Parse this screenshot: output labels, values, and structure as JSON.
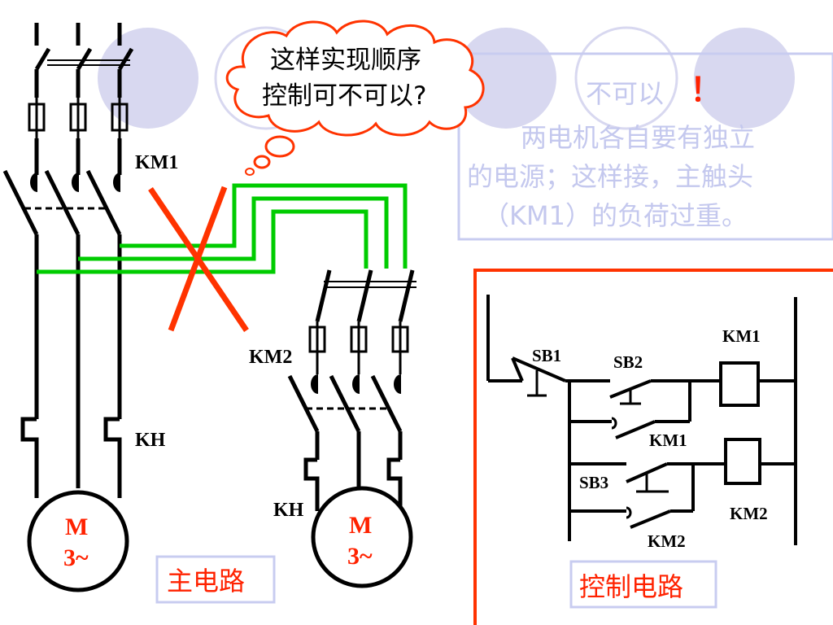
{
  "main_circuit": {
    "km1_label": "KM1",
    "km2_label": "KM2",
    "kh1_label": "KH",
    "kh2_label": "KH",
    "motor1": {
      "line1": "M",
      "line2": "3~"
    },
    "motor2": {
      "line1": "M",
      "line2": "3~"
    },
    "caption": "主电路"
  },
  "cloud": {
    "line1": "这样实现顺序",
    "line2": "控制可不可以?"
  },
  "note": {
    "line1": "不可以",
    "exclaim": "！",
    "line2": "两电机各自要有独立",
    "line3": "的电源；这样接，主触头",
    "line4": "（KM1）的负荷过重。"
  },
  "control_circuit": {
    "sb1": "SB1",
    "sb2": "SB2",
    "sb3": "SB3",
    "coil_km1": "KM1",
    "contact_km1": "KM1",
    "coil_km2": "KM2",
    "contact_km2": "KM2",
    "caption": "控制电路"
  },
  "colors": {
    "wire": "#000000",
    "green_wire": "#00cc00",
    "cross": "#ff3300",
    "decor_circle": "#d8d8f0",
    "note_border": "#c8ccf0",
    "panel_border": "#ff3300"
  }
}
